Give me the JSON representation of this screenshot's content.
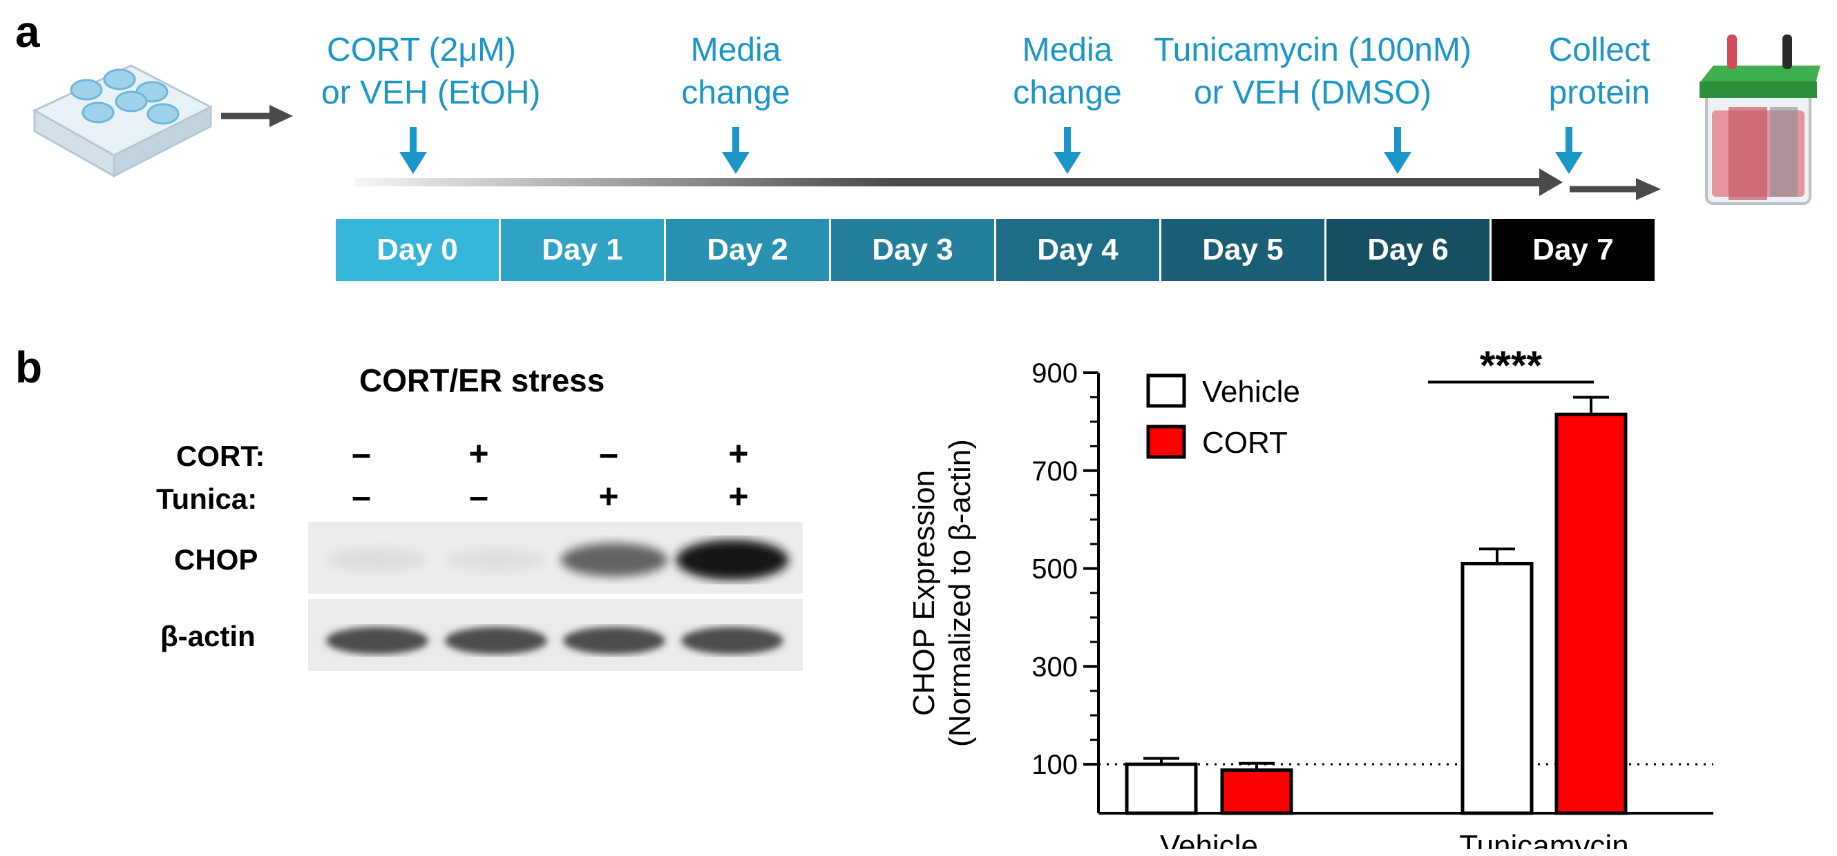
{
  "panel_a": {
    "letter": "a",
    "steps": [
      {
        "line1": "CORT (2μM)",
        "line2": "or VEH (EtOH)"
      },
      {
        "line1": "Media",
        "line2": "change"
      },
      {
        "line1": "Media",
        "line2": "change"
      },
      {
        "line1": "Tunicamycin (100nM)",
        "line2": "or VEH (DMSO)"
      },
      {
        "line1": "Collect",
        "line2": "protein"
      }
    ],
    "days": [
      "Day 0",
      "Day 1",
      "Day 2",
      "Day 3",
      "Day 4",
      "Day 5",
      "Day 6",
      "Day 7"
    ],
    "day_colors": [
      "#35b5d9",
      "#2ea3c6",
      "#2890b0",
      "#237f9c",
      "#1d6d87",
      "#195e74",
      "#154f61",
      "#000000"
    ],
    "accent_color": "#1a96c8"
  },
  "panel_b": {
    "letter": "b",
    "blot": {
      "title": "CORT/ER stress",
      "rows": [
        {
          "label": "CORT:",
          "signs": [
            "–",
            "+",
            "–",
            "+"
          ]
        },
        {
          "label": "Tunica:",
          "signs": [
            "–",
            "–",
            "+",
            "+"
          ]
        }
      ],
      "bands": [
        {
          "label": "CHOP",
          "intensity": [
            0.06,
            0.05,
            0.6,
            0.95
          ]
        },
        {
          "label": "β-actin",
          "intensity": [
            0.7,
            0.7,
            0.7,
            0.7
          ]
        }
      ]
    }
  },
  "chart_data": {
    "type": "bar",
    "categories": [
      "Vehicle",
      "Tunicamycin"
    ],
    "series": [
      {
        "name": "Vehicle",
        "values": [
          100,
          510
        ],
        "errors": [
          12,
          30
        ],
        "color": "#ffffff"
      },
      {
        "name": "CORT",
        "values": [
          88,
          815
        ],
        "errors": [
          14,
          35
        ],
        "color": "#ff0000"
      }
    ],
    "ylabel_line1": "CHOP Expression",
    "ylabel_line2": "(Normalized to β-actin)",
    "xlabel": "",
    "ylim": [
      0,
      900
    ],
    "yticks": [
      100,
      300,
      500,
      700,
      900
    ],
    "reference_line": 100,
    "significance": "****",
    "legend_position": "top-left"
  }
}
